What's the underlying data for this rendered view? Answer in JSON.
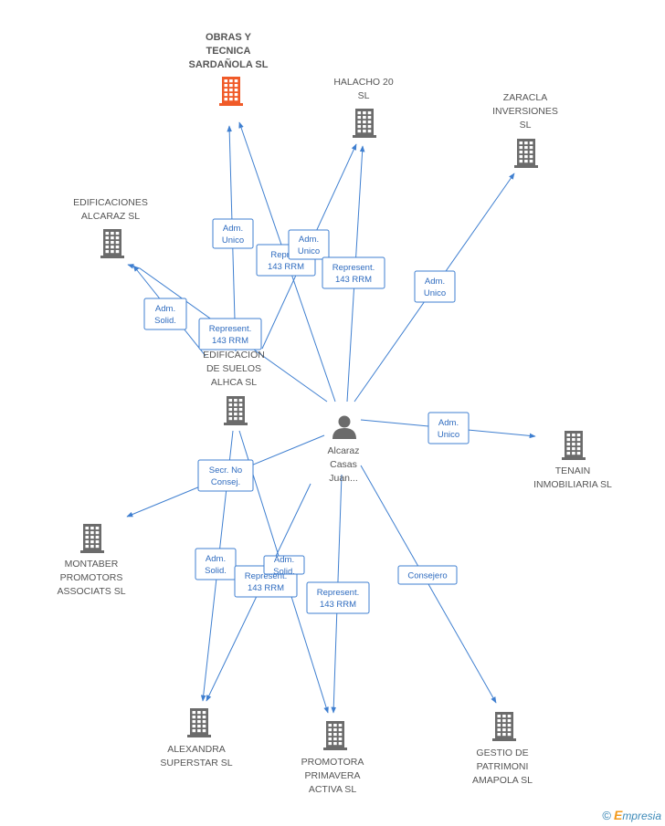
{
  "nodes": [
    {
      "id": "obras",
      "type": "company",
      "highlight": true,
      "lines": [
        "OBRAS Y",
        "TECNICA",
        "SARDAÑOLA SL"
      ]
    },
    {
      "id": "halacho",
      "type": "company",
      "lines": [
        "HALACHO 20",
        "SL"
      ]
    },
    {
      "id": "zaracla",
      "type": "company",
      "lines": [
        "ZARACLA",
        "INVERSIONES",
        "SL"
      ]
    },
    {
      "id": "edif_alcaraz",
      "type": "company",
      "lines": [
        "EDIFICACIONES",
        "ALCARAZ SL"
      ]
    },
    {
      "id": "edif_suelos",
      "type": "company",
      "lines": [
        "EDIFICACION",
        "DE SUELOS",
        "ALHCA SL"
      ]
    },
    {
      "id": "person",
      "type": "person",
      "lines": [
        "Alcaraz",
        "Casas",
        "Juan..."
      ]
    },
    {
      "id": "tenain",
      "type": "company",
      "lines": [
        "TENAIN",
        "INMOBILIARIA SL"
      ]
    },
    {
      "id": "montaber",
      "type": "company",
      "lines": [
        "MONTABER",
        "PROMOTORS",
        "ASSOCIATS SL"
      ]
    },
    {
      "id": "alexandra",
      "type": "company",
      "lines": [
        "ALEXANDRA",
        "SUPERSTAR SL"
      ]
    },
    {
      "id": "promotora",
      "type": "company",
      "lines": [
        "PROMOTORA",
        "PRIMAVERA",
        "ACTIVA SL"
      ]
    },
    {
      "id": "gestio",
      "type": "company",
      "lines": [
        "GESTIO DE",
        "PATRIMONI",
        "AMAPOLA SL"
      ]
    }
  ],
  "edges": [
    {
      "from": "edif_suelos",
      "to": "obras",
      "lines": [
        "Adm.",
        "Unico"
      ]
    },
    {
      "from": "person",
      "to": "obras",
      "lines": [
        "Repres.",
        "143 RRM"
      ]
    },
    {
      "from": "edif_suelos",
      "to": "halacho",
      "lines": [
        "Adm.",
        "Unico"
      ]
    },
    {
      "from": "person",
      "to": "halacho",
      "lines": [
        "Represent.",
        "143 RRM"
      ]
    },
    {
      "from": "person",
      "to": "zaracla",
      "lines": [
        "Adm.",
        "Unico"
      ]
    },
    {
      "from": "edif_suelos",
      "to": "edif_alcaraz",
      "lines": [
        "Adm.",
        "Solid."
      ]
    },
    {
      "from": "person",
      "to": "edif_alcaraz",
      "lines": [
        "Represent.",
        "143 RRM"
      ]
    },
    {
      "from": "person",
      "to": "tenain",
      "lines": [
        "Adm.",
        "Unico"
      ]
    },
    {
      "from": "person",
      "to": "montaber",
      "lines": [
        "Secr. No",
        "Consej."
      ]
    },
    {
      "from": "edif_suelos",
      "to": "alexandra",
      "lines": [
        "Adm.",
        "Solid."
      ]
    },
    {
      "from": "person",
      "to": "alexandra",
      "lines": [
        "Represent.",
        "143 RRM"
      ]
    },
    {
      "from": "edif_suelos",
      "to": "promotora",
      "lines": [
        "Adm.",
        "Solid."
      ]
    },
    {
      "from": "person",
      "to": "promotora",
      "lines": [
        "Represent.",
        "143 RRM"
      ]
    },
    {
      "from": "person",
      "to": "gestio",
      "lines": [
        "Consejero"
      ]
    }
  ],
  "colors": {
    "edge": "#3f7fd0",
    "company_icon": "#6b6b6b",
    "highlight_icon": "#f05a28",
    "person_icon": "#6b6b6b"
  },
  "footer": {
    "copyright": "©",
    "brand_first": "E",
    "brand_rest": "mpresia"
  }
}
